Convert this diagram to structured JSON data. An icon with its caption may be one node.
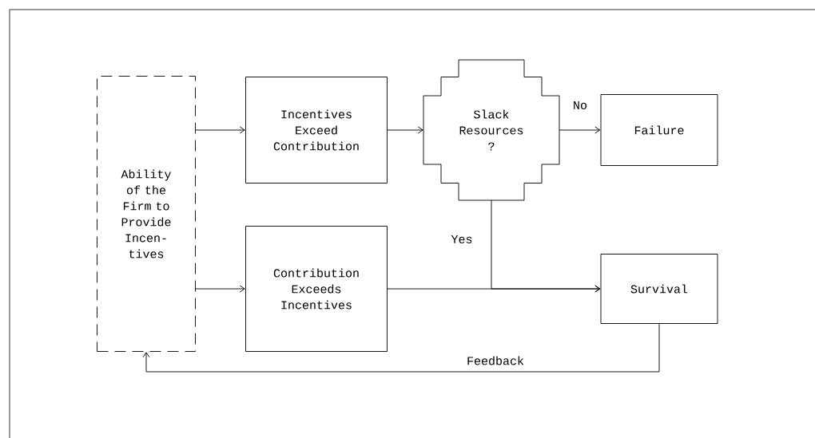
{
  "diagram": {
    "nodes": [
      {
        "text": [
          "Ability of the Firm to Provide Incen- tives"
        ]
      },
      {
        "text": [
          "Incentives Exceed Contribution"
        ]
      },
      {
        "text": [
          "Contribution Exceeds Incentives"
        ]
      },
      {
        "text": [
          "Slack Resources ?"
        ]
      },
      {
        "text": [
          "Failure"
        ]
      },
      {
        "text": [
          "Survival"
        ]
      }
    ],
    "edges": [
      {
        "from": 0,
        "to": 1,
        "arrow": "to"
      },
      {
        "from": 0,
        "to": 2,
        "arrow": "to"
      },
      {
        "from": 1,
        "to": 3,
        "arrow": "to"
      },
      {
        "from": 3,
        "to": 4,
        "arrow": "to",
        "label": "No"
      },
      {
        "from": 3,
        "to": 5,
        "arrow": "to",
        "label": "Yes"
      },
      {
        "from": 2,
        "to": 5,
        "arrow": "to"
      },
      {
        "from": 5,
        "to": 0,
        "arrow": "to",
        "label": "Feedback"
      }
    ]
  }
}
